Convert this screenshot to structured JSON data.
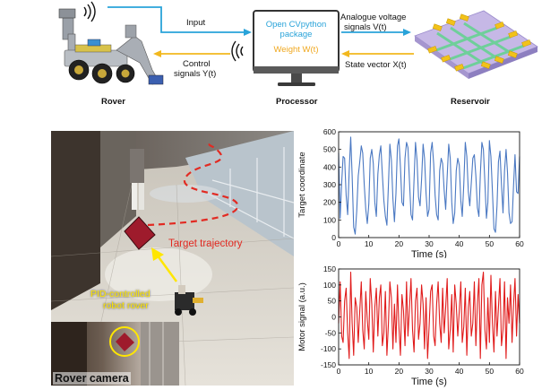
{
  "diagram": {
    "rover": {
      "label": "Rover"
    },
    "processor": {
      "label": "Processor",
      "screen_line1": "Open CVpython",
      "screen_line2": "package",
      "screen_line3": "Weight W(t)"
    },
    "reservoir": {
      "label": "Reservoir"
    },
    "arrows": {
      "input": "Input",
      "control_line1": "Control",
      "control_line2": "signals Y(t)",
      "analogue_line1": "Analogue voltage",
      "analogue_line2": "signals V(t)",
      "state": "State vector X(t)"
    },
    "colors": {
      "cyan": "#29a3d9",
      "yellow": "#f2b81e",
      "weight": "#f0a820"
    }
  },
  "photo": {
    "target_trajectory": "Target trajectory",
    "pid_line1": "PID-controlled",
    "pid_line2": "robot rover",
    "rover_camera": "Rover camera",
    "colors": {
      "trajectory": "#e22a22",
      "pid": "#ffe600"
    }
  },
  "chart_data": [
    {
      "type": "line",
      "xlabel": "Time (s)",
      "ylabel": "Target coordinate",
      "xlim": [
        0,
        60
      ],
      "ylim": [
        0,
        600
      ],
      "xticks": [
        0,
        10,
        20,
        30,
        40,
        50,
        60
      ],
      "yticks": [
        0,
        100,
        200,
        300,
        400,
        500,
        600
      ],
      "color": "#4a78c2",
      "x": [
        0,
        0.5,
        1,
        1.5,
        2,
        2.5,
        3,
        3.5,
        4,
        4.5,
        5,
        5.5,
        6,
        6.5,
        7,
        7.5,
        8,
        8.5,
        9,
        9.5,
        10,
        10.5,
        11,
        11.5,
        12,
        12.5,
        13,
        13.5,
        14,
        14.5,
        15,
        15.5,
        16,
        16.5,
        17,
        17.5,
        18,
        18.5,
        19,
        19.5,
        20,
        20.5,
        21,
        21.5,
        22,
        22.5,
        23,
        23.5,
        24,
        24.5,
        25,
        25.5,
        26,
        26.5,
        27,
        27.5,
        28,
        28.5,
        29,
        29.5,
        30,
        30.5,
        31,
        31.5,
        32,
        32.5,
        33,
        33.5,
        34,
        34.5,
        35,
        35.5,
        36,
        36.5,
        37,
        37.5,
        38,
        38.5,
        39,
        39.5,
        40,
        40.5,
        41,
        41.5,
        42,
        42.5,
        43,
        43.5,
        44,
        44.5,
        45,
        45.5,
        46,
        46.5,
        47,
        47.5,
        48,
        48.5,
        49,
        49.5,
        50,
        50.5,
        51,
        51.5,
        52,
        52.5,
        53,
        53.5,
        54,
        54.5,
        55,
        55.5,
        56,
        56.5,
        57,
        57.5,
        58,
        58.5,
        59,
        59.5,
        60
      ],
      "y": [
        480,
        110,
        310,
        460,
        450,
        240,
        130,
        380,
        570,
        350,
        60,
        20,
        150,
        350,
        430,
        520,
        480,
        300,
        160,
        80,
        190,
        450,
        500,
        420,
        200,
        120,
        360,
        470,
        520,
        360,
        210,
        120,
        70,
        300,
        530,
        440,
        220,
        90,
        250,
        520,
        560,
        400,
        200,
        180,
        450,
        540,
        510,
        320,
        130,
        100,
        330,
        540,
        440,
        230,
        180,
        330,
        530,
        450,
        250,
        120,
        160,
        480,
        540,
        420,
        240,
        130,
        100,
        380,
        450,
        420,
        270,
        160,
        350,
        530,
        450,
        200,
        80,
        140,
        380,
        450,
        410,
        210,
        120,
        300,
        540,
        460,
        260,
        180,
        310,
        450,
        470,
        350,
        170,
        120,
        360,
        540,
        500,
        310,
        110,
        200,
        550,
        460,
        260,
        50,
        30,
        180,
        430,
        490,
        300,
        140,
        380,
        500,
        370,
        140,
        80,
        90,
        300,
        470,
        260,
        250,
        460
      ]
    },
    {
      "type": "line",
      "xlabel": "Time (s)",
      "ylabel": "Motor signal (a.u.)",
      "xlim": [
        0,
        60
      ],
      "ylim": [
        -150,
        150
      ],
      "xticks": [
        0,
        10,
        20,
        30,
        40,
        50,
        60
      ],
      "yticks": [
        -150,
        -100,
        -50,
        0,
        50,
        100,
        150
      ],
      "color": "#e01b1b",
      "x": [
        0,
        0.5,
        1,
        1.5,
        2,
        2.5,
        3,
        3.5,
        4,
        4.5,
        5,
        5.5,
        6,
        6.5,
        7,
        7.5,
        8,
        8.5,
        9,
        9.5,
        10,
        10.5,
        11,
        11.5,
        12,
        12.5,
        13,
        13.5,
        14,
        14.5,
        15,
        15.5,
        16,
        16.5,
        17,
        17.5,
        18,
        18.5,
        19,
        19.5,
        20,
        20.5,
        21,
        21.5,
        22,
        22.5,
        23,
        23.5,
        24,
        24.5,
        25,
        25.5,
        26,
        26.5,
        27,
        27.5,
        28,
        28.5,
        29,
        29.5,
        30,
        30.5,
        31,
        31.5,
        32,
        32.5,
        33,
        33.5,
        34,
        34.5,
        35,
        35.5,
        36,
        36.5,
        37,
        37.5,
        38,
        38.5,
        39,
        39.5,
        40,
        40.5,
        41,
        41.5,
        42,
        42.5,
        43,
        43.5,
        44,
        44.5,
        45,
        45.5,
        46,
        46.5,
        47,
        47.5,
        48,
        48.5,
        49,
        49.5,
        50,
        50.5,
        51,
        51.5,
        52,
        52.5,
        53,
        53.5,
        54,
        54.5,
        55,
        55.5,
        56,
        56.5,
        57,
        57.5,
        58,
        58.5,
        59,
        59.5,
        60
      ],
      "y": [
        -20,
        110,
        -60,
        -80,
        50,
        90,
        -50,
        -130,
        140,
        -20,
        -120,
        60,
        30,
        -80,
        20,
        110,
        -40,
        -100,
        80,
        -10,
        -70,
        120,
        40,
        -110,
        30,
        90,
        -60,
        60,
        100,
        -90,
        -50,
        80,
        -120,
        -20,
        110,
        60,
        -100,
        40,
        -80,
        100,
        -30,
        -120,
        70,
        20,
        -90,
        110,
        -60,
        30,
        120,
        -40,
        -110,
        50,
        90,
        -70,
        -20,
        100,
        40,
        -100,
        60,
        -130,
        -30,
        80,
        100,
        -60,
        -90,
        40,
        110,
        -20,
        -80,
        90,
        -50,
        30,
        120,
        -100,
        -40,
        70,
        -110,
        100,
        40,
        -60,
        20,
        110,
        -80,
        -30,
        90,
        -120,
        30,
        80,
        -60,
        -20,
        110,
        -90,
        40,
        120,
        -130,
        100,
        140,
        -40,
        -100,
        60,
        -80,
        130,
        -20,
        -110,
        80,
        -60,
        30,
        120,
        -90,
        -40,
        110,
        -130,
        60,
        -20,
        100,
        -80,
        40,
        120,
        -60,
        70,
        -20
      ]
    }
  ]
}
